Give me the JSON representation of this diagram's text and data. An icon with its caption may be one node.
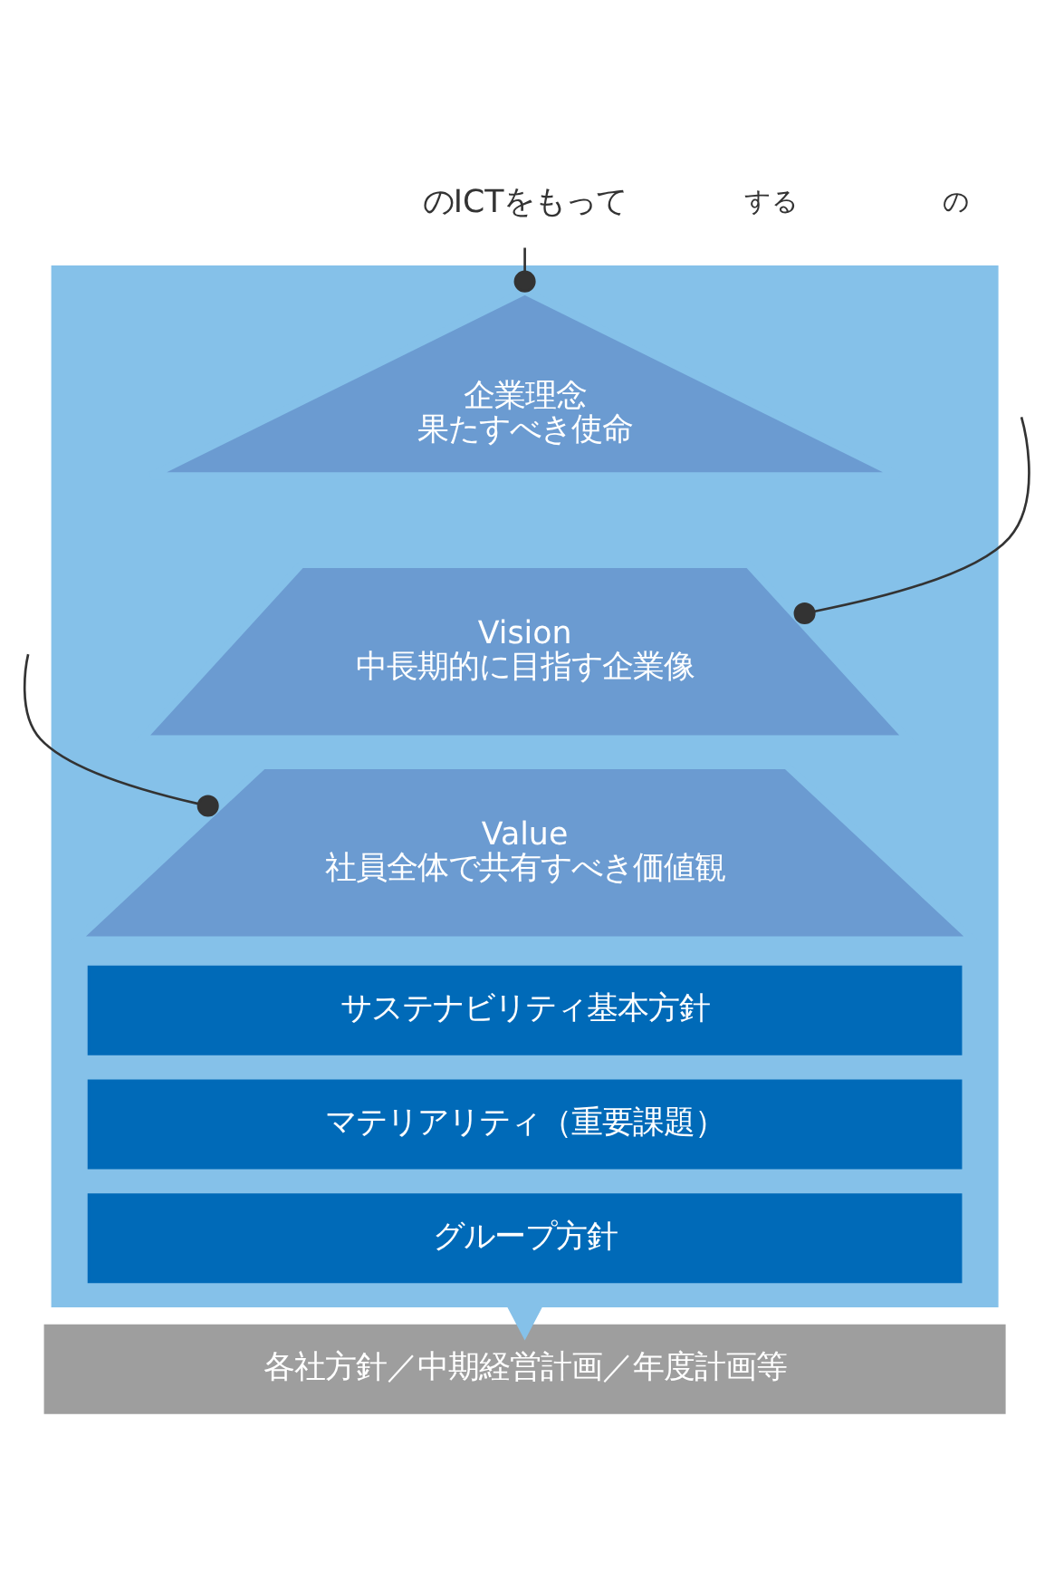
{
  "diagram": {
    "nodes": [
      {
        "text": [],
        "shape": "box"
      },
      {
        "text": [
          "企業理念",
          "果たすべき使命"
        ],
        "in": 0
      },
      {
        "text": [
          "Vision",
          "中長期的に目指す企業像"
        ],
        "in": 0
      },
      {
        "text": [
          "Value",
          "社員全体で共有すべき価値観"
        ],
        "in": 0
      },
      {
        "text": [
          "サステナビリティ基本方針"
        ],
        "in": 0
      },
      {
        "text": [
          "マテリアリティ（重要課題）"
        ],
        "in": 0
      },
      {
        "text": [
          "グループ方針"
        ],
        "in": 0
      },
      {
        "text": [
          "各社方針／中期経営計画／年度計画等"
        ]
      },
      {
        "text": [
          "のICTをもって"
        ]
      }
    ],
    "edges": [
      {
        "from": 8,
        "to": 1,
        "arrow": "other"
      },
      {
        "from": null,
        "to": 2,
        "arrow": "other"
      },
      {
        "from": null,
        "to": 3,
        "arrow": "other"
      },
      {
        "from": 0,
        "to": 7,
        "arrow": "to",
        "style": "thick",
        "color": "#85c1e9"
      }
    ],
    "labels": [
      "する",
      "の"
    ]
  }
}
